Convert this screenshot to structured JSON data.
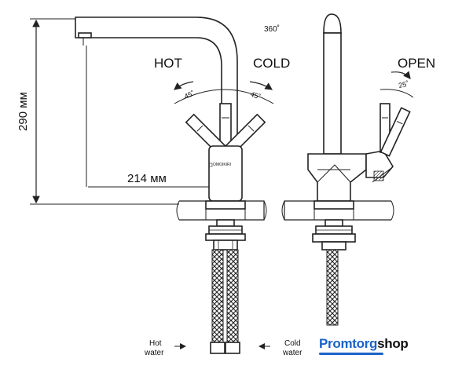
{
  "labels": {
    "rotation": "360˚",
    "hot": "HOT",
    "cold": "COLD",
    "open": "OPEN",
    "hot_angle": "45˚",
    "cold_angle": "45˚",
    "open_angle": "25˚",
    "height_dim": "290 мм",
    "reach_dim": "214 мм",
    "brand_mark": "OMOIKIRI",
    "hot_water_line1": "Hot",
    "hot_water_line2": "water",
    "cold_water_line1": "Cold",
    "cold_water_line2": "water"
  },
  "logo": {
    "part1": "Promtorg",
    "part2": "shop"
  },
  "colors": {
    "line": "#222222",
    "brand_blue": "#1a63c6"
  }
}
